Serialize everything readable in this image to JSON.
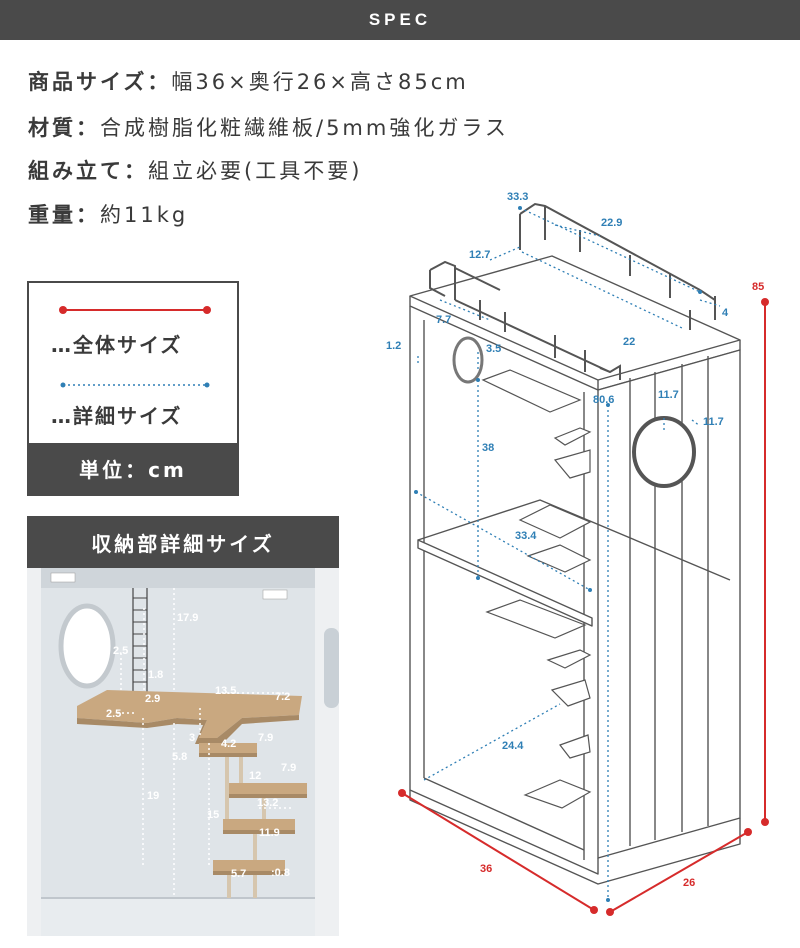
{
  "header": {
    "title": "SPEC"
  },
  "spec": {
    "size_label": "商品サイズ：",
    "size_value": "幅36×奥行26×高さ85cm",
    "material_label": "材質：",
    "material_value": "合成樹脂化粧繊維板/5mm強化ガラス",
    "assembly_label": "組み立て：",
    "assembly_value": "組立必要(工具不要)",
    "weight_label": "重量：",
    "weight_value": "約11kg"
  },
  "legend": {
    "overall": "…全体サイズ",
    "detail": "…詳細サイズ",
    "unit": "単位：cm",
    "overall_color": "#d62b2b",
    "detail_color": "#2f7fb5"
  },
  "storage": {
    "title": "収納部詳細サイズ"
  },
  "dims": {
    "d333": "33.3",
    "d229": "22.9",
    "d127": "12.7",
    "d77": "7.7",
    "d4": "4",
    "d22": "22",
    "d12": "1.2",
    "d35": "3.5",
    "d806": "80.6",
    "d117a": "11.7",
    "d117b": "11.7",
    "d38": "38",
    "d334": "33.4",
    "d244": "24.4",
    "d85": "85",
    "d36": "36",
    "d26": "26"
  },
  "photo_dims": {
    "p179": "17.9",
    "p25a": "2.5",
    "p18": "1.8",
    "p29": "2.9",
    "p135": "13.5",
    "p72": "7.2",
    "p25b": "2.5",
    "p3": "3",
    "p42": "4.2",
    "p79a": "7.9",
    "p58": "5.8",
    "p12": "12",
    "p79b": "7.9",
    "p19": "19",
    "p132": "13.2",
    "p15": "15",
    "p119": "11.9",
    "p57": "5.7",
    "p08": ":0.8"
  }
}
